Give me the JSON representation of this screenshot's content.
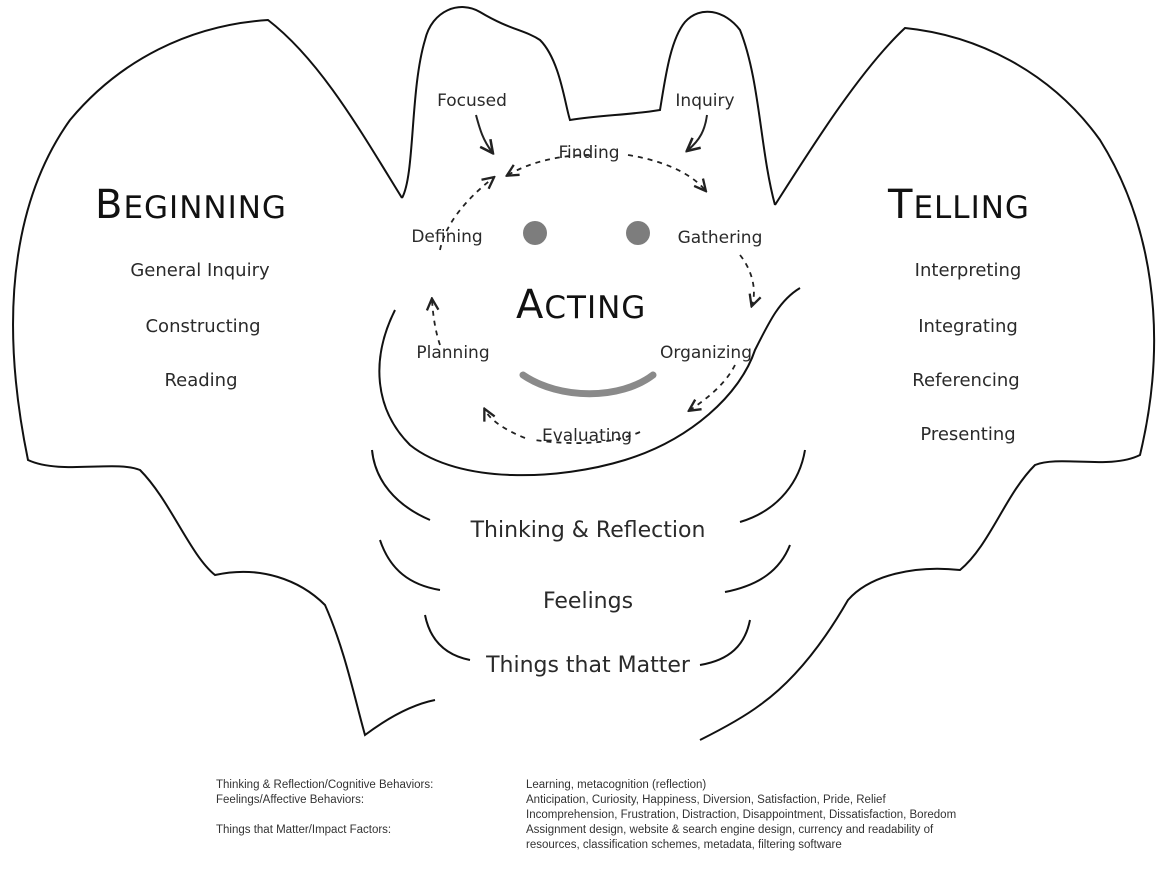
{
  "diagram": {
    "beginning": {
      "title_cap": "B",
      "title_rest": "EGINNING",
      "items": [
        "General Inquiry",
        "Constructing",
        "Reading"
      ]
    },
    "telling": {
      "title_cap": "T",
      "title_rest": "ELLING",
      "items": [
        "Interpreting",
        "Integrating",
        "Referencing",
        "Presenting"
      ]
    },
    "acting": {
      "title_cap": "A",
      "title_rest": "CTING",
      "ear_left": "Focused",
      "ear_right": "Inquiry",
      "cycle": [
        "Finding",
        "Gathering",
        "Organizing",
        "Evaluating",
        "Planning",
        "Defining"
      ]
    },
    "body": {
      "layers": [
        "Thinking & Reflection",
        "Feelings",
        "Things that Matter"
      ]
    },
    "legend": [
      {
        "key": "Thinking & Reflection/Cognitive Behaviors:",
        "lines": [
          "Learning, metacognition (reflection)"
        ]
      },
      {
        "key": "Feelings/Affective Behaviors:",
        "lines": [
          "Anticipation, Curiosity, Happiness, Diversion, Satisfaction, Pride, Relief",
          "Incomprehension, Frustration, Distraction, Disappointment, Dissatisfaction, Boredom"
        ]
      },
      {
        "key": "Things that Matter/Impact Factors:",
        "lines": [
          "Assignment design, website & search engine design, currency and readability of",
          "resources, classification schemes, metadata, filtering software"
        ]
      }
    ]
  }
}
